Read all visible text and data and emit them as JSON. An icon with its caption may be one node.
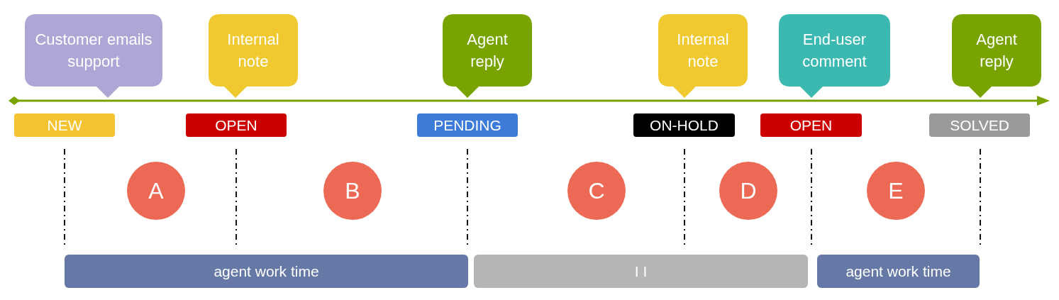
{
  "diagram": {
    "nodes": [
      {
        "text": [
          "Customer emails support"
        ]
      },
      {
        "text": [
          "Internal note"
        ]
      },
      {
        "text": [
          "Agent reply"
        ]
      },
      {
        "text": [
          "Internal note"
        ]
      },
      {
        "text": [
          "End-user comment"
        ]
      },
      {
        "text": [
          "Agent reply"
        ]
      },
      {
        "text": [
          "NEW"
        ]
      },
      {
        "text": [
          "OPEN"
        ]
      },
      {
        "text": [
          "PENDING"
        ]
      },
      {
        "text": [
          "ON-HOLD"
        ]
      },
      {
        "text": [
          "OPEN"
        ]
      },
      {
        "text": [
          "SOLVED"
        ]
      },
      {
        "text": [
          "A"
        ]
      },
      {
        "text": [
          "B"
        ]
      },
      {
        "text": [
          "C"
        ]
      },
      {
        "text": [
          "D"
        ]
      },
      {
        "text": [
          "E"
        ]
      },
      {
        "text": [
          "agent work time"
        ]
      },
      {
        "text": [
          "I I"
        ]
      },
      {
        "text": [
          "agent work time"
        ]
      }
    ]
  }
}
